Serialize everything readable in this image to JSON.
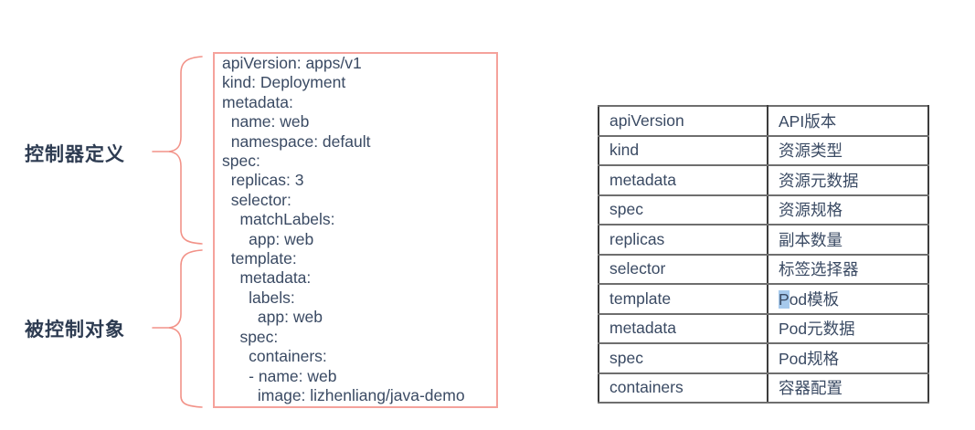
{
  "annotations": {
    "controller_label": "控制器定义",
    "pod_label": "被控制对象"
  },
  "yaml_panel": {
    "code": "apiVersion: apps/v1\nkind: Deployment\nmetadata:\n  name: web\n  namespace: default\nspec:\n  replicas: 3\n  selector:\n    matchLabels:\n      app: web\n  template:\n    metadata:\n      labels:\n        app: web\n    spec:\n      containers:\n      - name: web\n        image: lizhenliang/java-demo"
  },
  "field_table": {
    "rows": [
      {
        "key": "apiVersion",
        "value": "API版本"
      },
      {
        "key": "kind",
        "value": "资源类型"
      },
      {
        "key": "metadata",
        "value": "资源元数据"
      },
      {
        "key": "spec",
        "value": "资源规格"
      },
      {
        "key": "replicas",
        "value": "副本数量"
      },
      {
        "key": "selector",
        "value": "标签选择器"
      },
      {
        "key": "template",
        "value_highlight": "P",
        "value_rest": "od模板"
      },
      {
        "key": "metadata",
        "value": "Pod元数据"
      },
      {
        "key": "spec",
        "value": "Pod规格"
      },
      {
        "key": "containers",
        "value": "容器配置"
      }
    ]
  },
  "colors": {
    "accent_salmon": "#f29288",
    "box_border_salmon": "#f5a29b",
    "text_navy": "#3a4a63",
    "label_navy": "#2d3b51",
    "selection_blue": "#a6c9ec",
    "table_border_dark": "#3c3c3c",
    "table_border_gray": "#6e6e6e"
  }
}
